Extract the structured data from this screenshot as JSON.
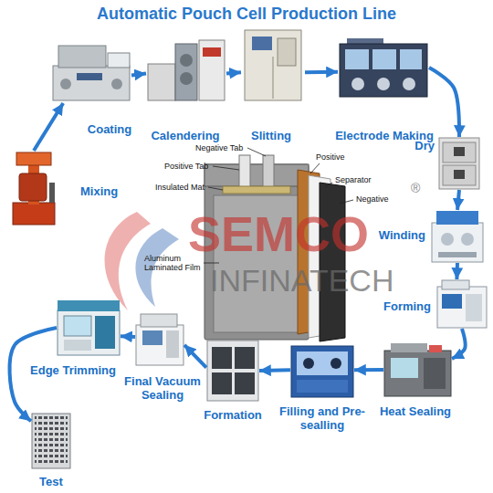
{
  "diagram": {
    "title": "Automatic Pouch Cell Production Line",
    "nodes": [
      {
        "text": [
          "Mixing"
        ]
      },
      {
        "text": [
          "Coating"
        ]
      },
      {
        "text": [
          "Calendering"
        ]
      },
      {
        "text": [
          "Slitting"
        ]
      },
      {
        "text": [
          "Electrode Making"
        ]
      },
      {
        "text": [
          "Dry"
        ]
      },
      {
        "text": [
          "Winding"
        ]
      },
      {
        "text": [
          "Forming"
        ]
      },
      {
        "text": [
          "Heat Sealing"
        ]
      },
      {
        "text": [
          "Filling and Pre-sealling"
        ]
      },
      {
        "text": [
          "Formation"
        ]
      },
      {
        "text": [
          "Final Vacuum Sealing"
        ]
      },
      {
        "text": [
          "Edge Trimming"
        ]
      },
      {
        "text": [
          "Test"
        ]
      }
    ],
    "edges": [
      {
        "from": 0,
        "to": 1,
        "arrow": "to"
      },
      {
        "from": 1,
        "to": 2,
        "arrow": "to"
      },
      {
        "from": 2,
        "to": 3,
        "arrow": "to"
      },
      {
        "from": 3,
        "to": 4,
        "arrow": "to"
      },
      {
        "from": 4,
        "to": 5,
        "arrow": "to"
      },
      {
        "from": 5,
        "to": 6,
        "arrow": "to"
      },
      {
        "from": 6,
        "to": 7,
        "arrow": "to"
      },
      {
        "from": 7,
        "to": 8,
        "arrow": "to"
      },
      {
        "from": 8,
        "to": 9,
        "arrow": "to"
      },
      {
        "from": 9,
        "to": 10,
        "arrow": "to"
      },
      {
        "from": 10,
        "to": 11,
        "arrow": "to"
      },
      {
        "from": 11,
        "to": 12,
        "arrow": "to"
      },
      {
        "from": 12,
        "to": 13,
        "arrow": "to"
      }
    ],
    "labels": [
      "Negative Tab",
      "Positive Tab",
      "Insulated Mat",
      "Positive",
      "Separator",
      "Negative",
      "Aluminum Laminated Film",
      "SEMCO",
      "®",
      "INFINATECH"
    ]
  }
}
